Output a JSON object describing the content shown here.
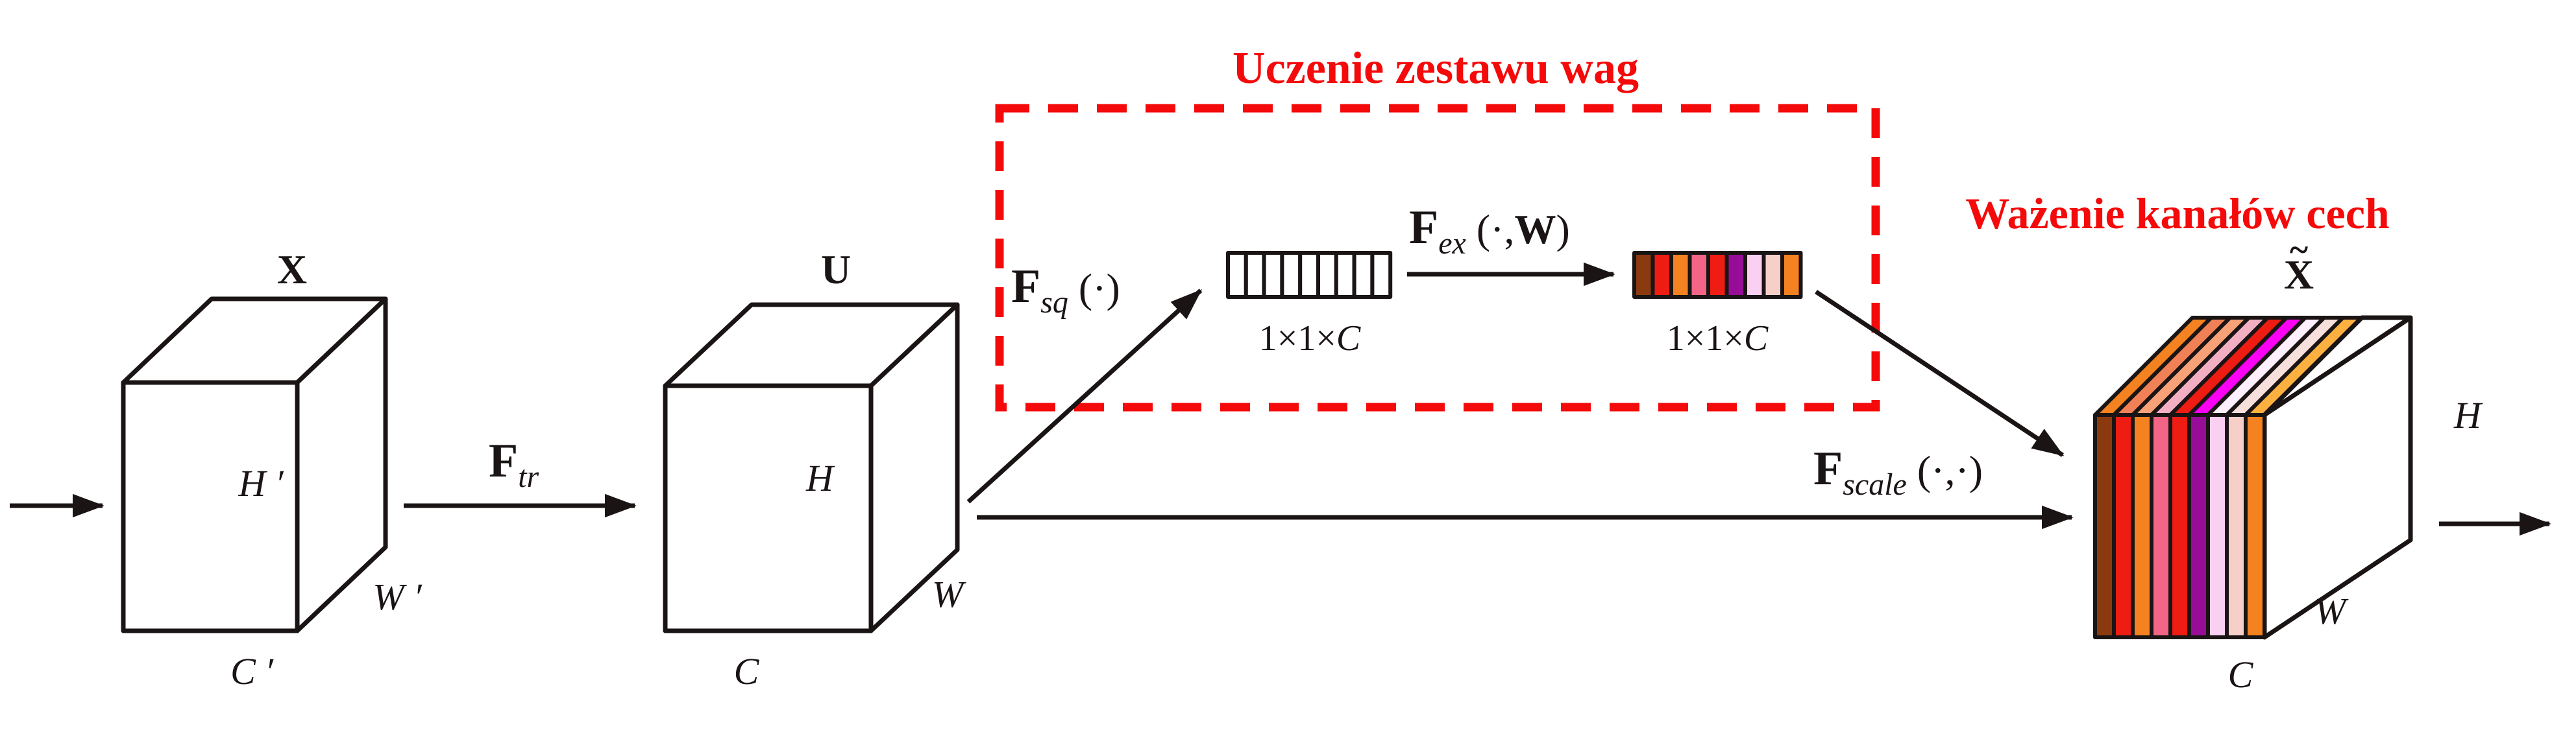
{
  "titles": {
    "learn_weights": "Uczenie zestawu wag",
    "channel_weighting": "Ważenie kanałów cech",
    "accent_color": "#f40a0a"
  },
  "cubes": {
    "input": {
      "name": "X",
      "height_label": "H ′",
      "width_label": "W ′",
      "depth_label": "C ′"
    },
    "transformed": {
      "name": "U",
      "height_label": "H",
      "width_label": "W",
      "depth_label": "C"
    },
    "output": {
      "name": "X",
      "tilde": "~",
      "height_label": "H",
      "width_label": "W",
      "depth_label": "C",
      "body_color": "#c8801c",
      "channel_colors": [
        "#8b3a10",
        "#ee1c12",
        "#f58220",
        "#f26587",
        "#ee1c12",
        "#970d97",
        "#f9cff2",
        "#f6cfc9",
        "#f58220"
      ],
      "top_colors": [
        "#f58220",
        "#f08055",
        "#f8a078",
        "#f2aec2",
        "#ee1c12",
        "#fb00f5",
        "#fdeffc",
        "#f7dfdc",
        "#fbb040"
      ]
    }
  },
  "ops": {
    "transform": {
      "base": "F",
      "sub": "tr",
      "args": ""
    },
    "squeeze": {
      "base": "F",
      "sub": "sq",
      "args": " (·)"
    },
    "excite": {
      "base": "F",
      "sub": "ex",
      "args_pre": " (·,",
      "weight": "W",
      "args_post": ")"
    },
    "scale": {
      "base": "F",
      "sub": "scale",
      "args": " (·,·)"
    }
  },
  "vectors": {
    "squeezed": {
      "dim_pre": "1×1×",
      "dim_c": "C",
      "cells": 9,
      "cell_color": "#ffffff"
    },
    "weights": {
      "dim_pre": "1×1×",
      "dim_c": "C",
      "cell_colors": [
        "#8b3a10",
        "#ee1c12",
        "#f58220",
        "#f26587",
        "#ee1c12",
        "#970d97",
        "#f9cff2",
        "#f6cfc9",
        "#f58220"
      ]
    }
  },
  "colors": {
    "line": "#1a1414",
    "background": "#ffffff"
  }
}
